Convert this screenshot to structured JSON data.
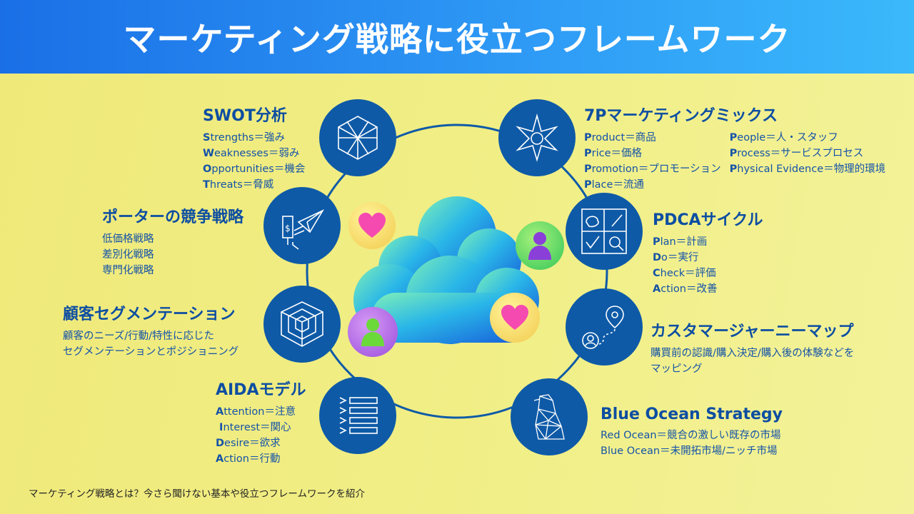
{
  "header": {
    "title": "マーケティング戦略に役立つフレームワーク"
  },
  "swot": {
    "title": "SWOT分析",
    "lines": [
      {
        "lead": "S",
        "rest": "trengths＝強み"
      },
      {
        "lead": "W",
        "rest": "eaknesses＝弱み"
      },
      {
        "lead": "O",
        "rest": "pportunities＝機会"
      },
      {
        "lead": "T",
        "rest": "hreats＝脅威"
      }
    ]
  },
  "porter": {
    "title": "ポーターの競争戦略",
    "lines": [
      "低価格戦略",
      "差別化戦略",
      "専門化戦略"
    ]
  },
  "segment": {
    "title": "顧客セグメンテーション",
    "lines": [
      "顧客のニーズ/行動/特性に応じた",
      "セグメンテーションとポジショニング"
    ]
  },
  "aida": {
    "title": "AIDAモデル",
    "lines": [
      {
        "lead": "A",
        "rest": "ttention＝注意"
      },
      {
        "lead": " I",
        "rest": "nterest＝関心"
      },
      {
        "lead": "D",
        "rest": "esire＝欲求"
      },
      {
        "lead": "A",
        "rest": "ction＝行動"
      }
    ]
  },
  "sevenp": {
    "title": "7Pマーケティングミックス",
    "col1": [
      {
        "lead": "P",
        "rest": "roduct＝商品"
      },
      {
        "lead": "P",
        "rest": "rice＝価格"
      },
      {
        "lead": "P",
        "rest": "romotion＝プロモーション"
      },
      {
        "lead": "P",
        "rest": "lace＝流通"
      }
    ],
    "col2": [
      {
        "lead": "P",
        "rest": "eople＝人・スタッフ"
      },
      {
        "lead": "P",
        "rest": "rocess＝サービスプロセス"
      },
      {
        "lead": "P",
        "rest": "hysical Evidence＝物理的環境"
      }
    ]
  },
  "pdca": {
    "title": "PDCAサイクル",
    "lines": [
      {
        "lead": "P",
        "rest": "lan＝計画"
      },
      {
        "lead": "D",
        "rest": "o＝実行"
      },
      {
        "lead": "C",
        "rest": "heck＝評価"
      },
      {
        "lead": "A",
        "rest": "ction＝改善"
      }
    ]
  },
  "journey": {
    "title": "カスタマージャーニーマップ",
    "lines": [
      "購買前の認識/購入決定/購入後の体験などを",
      "マッピング"
    ]
  },
  "blueocean": {
    "title": "Blue Ocean Strategy",
    "lines": [
      "Red Ocean＝競合の激しい既存の市場",
      "Blue Ocean＝未開拓市場/ニッチ市場"
    ]
  },
  "footer": {
    "text": "マーケティング戦略とは？今さら聞けない基本や役立つフレームワークを紹介"
  },
  "colors": {
    "node": "#0e5aa7",
    "ring": "#0e5aa7",
    "text": "#0d4ea2",
    "header_start": "#1a6fe6",
    "header_end": "#3ab9fb"
  },
  "icons": [
    "cube-pattern-icon",
    "paper-plane-chart-icon",
    "layered-cube-icon",
    "checklist-arrows-icon",
    "star-burst-icon",
    "puzzle-board-icon",
    "map-pin-route-icon",
    "low-poly-penguin-icon",
    "cloud-3d-icon",
    "heart-badge-icon",
    "user-badge-icon"
  ]
}
